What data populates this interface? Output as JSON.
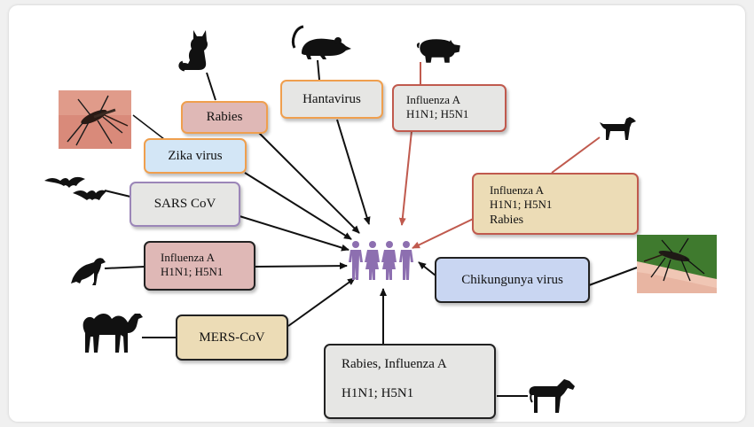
{
  "nodes": {
    "rabies": "Rabies",
    "hantavirus": "Hantavirus",
    "influenza_pig_line1": "Influenza A",
    "influenza_pig_line2": "H1N1; H5N1",
    "zika": "Zika virus",
    "sars": "SARS CoV",
    "influenza_dog_line1": "Influenza A",
    "influenza_dog_line2": "H1N1; H5N1",
    "influenza_dog_line3": "Rabies",
    "influenza_bird_line1": "Influenza A",
    "influenza_bird_line2": "H1N1; H5N1",
    "chikungunya": "Chikungunya virus",
    "mers": "MERS-CoV",
    "horse_line1": "Rabies, Influenza A",
    "horse_line2": "H1N1; H5N1"
  },
  "icons": [
    "cat-icon",
    "rat-icon",
    "pig-icon",
    "dog-icon",
    "mosquito-photo",
    "bats-icon",
    "bird-icon",
    "camel-icon",
    "horse-icon",
    "mosquito-photo-right",
    "people-group-icon"
  ],
  "colors": {
    "arrow_black": "#111111",
    "arrow_red": "#c05a4e",
    "people": "#8d6fb0"
  }
}
